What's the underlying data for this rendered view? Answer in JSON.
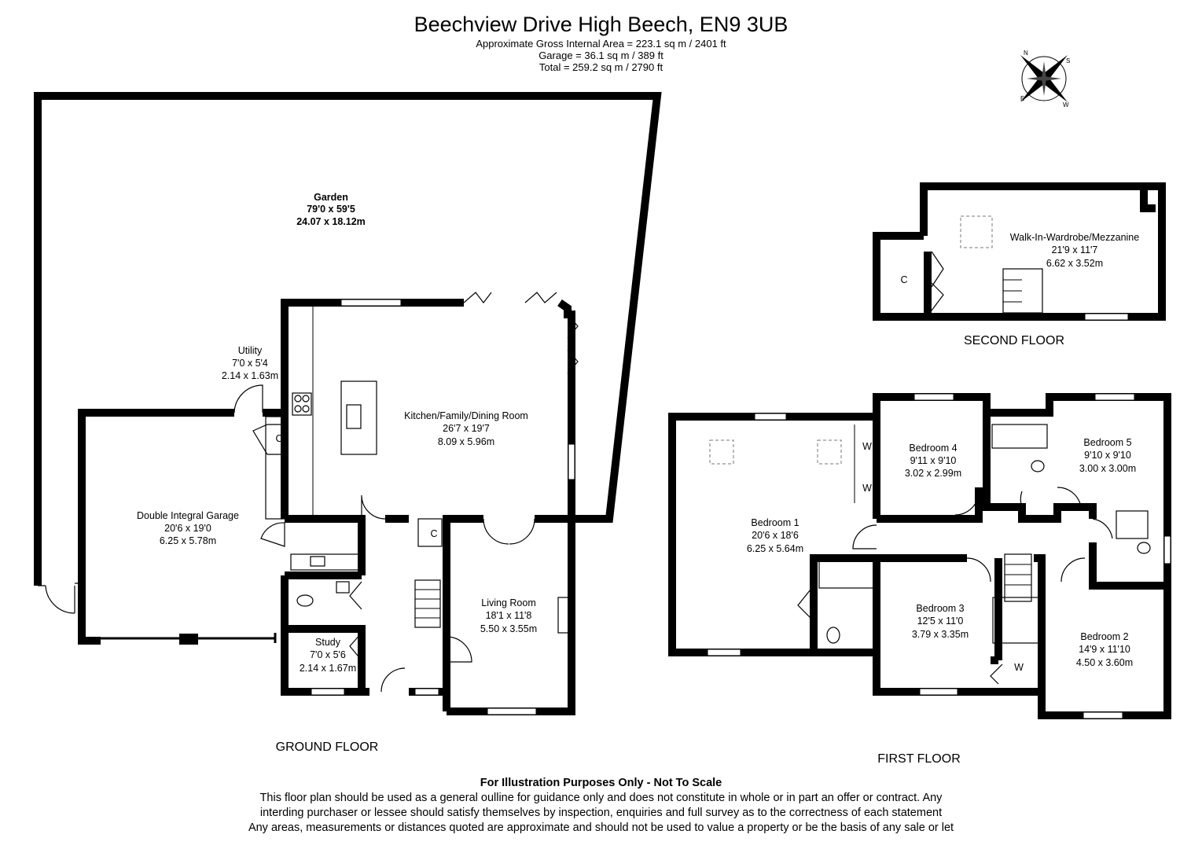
{
  "header": {
    "title": "Beechview Drive High Beech, EN9 3UB",
    "areas": [
      "Approximate Gross Internal Area = 223.1 sq m / 2401 ft",
      "Garage = 36.1 sq m / 389 ft",
      "Total = 259.2 sq m / 2790 ft"
    ]
  },
  "compass": {
    "icon": "compass-rose-icon",
    "letters": [
      "N",
      "S",
      "E",
      "W"
    ]
  },
  "floors": {
    "ground": "GROUND FLOOR",
    "first": "FIRST FLOOR",
    "second": "SECOND FLOOR"
  },
  "rooms": {
    "garden": {
      "name": "Garden",
      "imperial": "79'0 x 59'5",
      "metric": "24.07 x 18.12m"
    },
    "utility": {
      "name": "Utility",
      "imperial": "7'0 x 5'4",
      "metric": "2.14 x 1.63m"
    },
    "kitchen": {
      "name": "Kitchen/Family/Dining Room",
      "imperial": "26'7 x 19'7",
      "metric": "8.09 x 5.96m"
    },
    "garage": {
      "name": "Double Integral Garage",
      "imperial": "20'6 x 19'0",
      "metric": "6.25 x 5.78m"
    },
    "living": {
      "name": "Living Room",
      "imperial": "18'1 x 11'8",
      "metric": "5.50 x 3.55m"
    },
    "study": {
      "name": "Study",
      "imperial": "7'0 x 5'6",
      "metric": "2.14 x 1.67m"
    },
    "bedroom1": {
      "name": "Bedroom 1",
      "imperial": "20'6 x 18'6",
      "metric": "6.25 x 5.64m"
    },
    "bedroom2": {
      "name": "Bedroom 2",
      "imperial": "14'9 x 11'10",
      "metric": "4.50 x 3.60m"
    },
    "bedroom3": {
      "name": "Bedroom 3",
      "imperial": "12'5 x 11'0",
      "metric": "3.79 x 3.35m"
    },
    "bedroom4": {
      "name": "Bedroom 4",
      "imperial": "9'11 x 9'10",
      "metric": "3.02 x 2.99m"
    },
    "bedroom5": {
      "name": "Bedroom 5",
      "imperial": "9'10 x 9'10",
      "metric": "3.00 x 3.00m"
    },
    "wardrobe": {
      "name": "Walk-In-Wardrobe/Mezzanine",
      "imperial": "21'9 x 11'7",
      "metric": "6.62 x 3.52m"
    }
  },
  "markers": {
    "cupboard": "C",
    "wardrobe": "W"
  },
  "footer": {
    "heading": "For Illustration Purposes Only - Not To Scale",
    "lines": [
      "This floor plan should be used as a general oulline for guidance only and does not constitute in whole or in part an offer or contract. Any",
      "interding purchaser or lessee should satisfy themselves by inspection, enquiries and full survey as to the correctness of each statement",
      "Any areas, measurements or distances quoted are approximate and should not be used to value a property or be the basis of any sale or let"
    ]
  }
}
